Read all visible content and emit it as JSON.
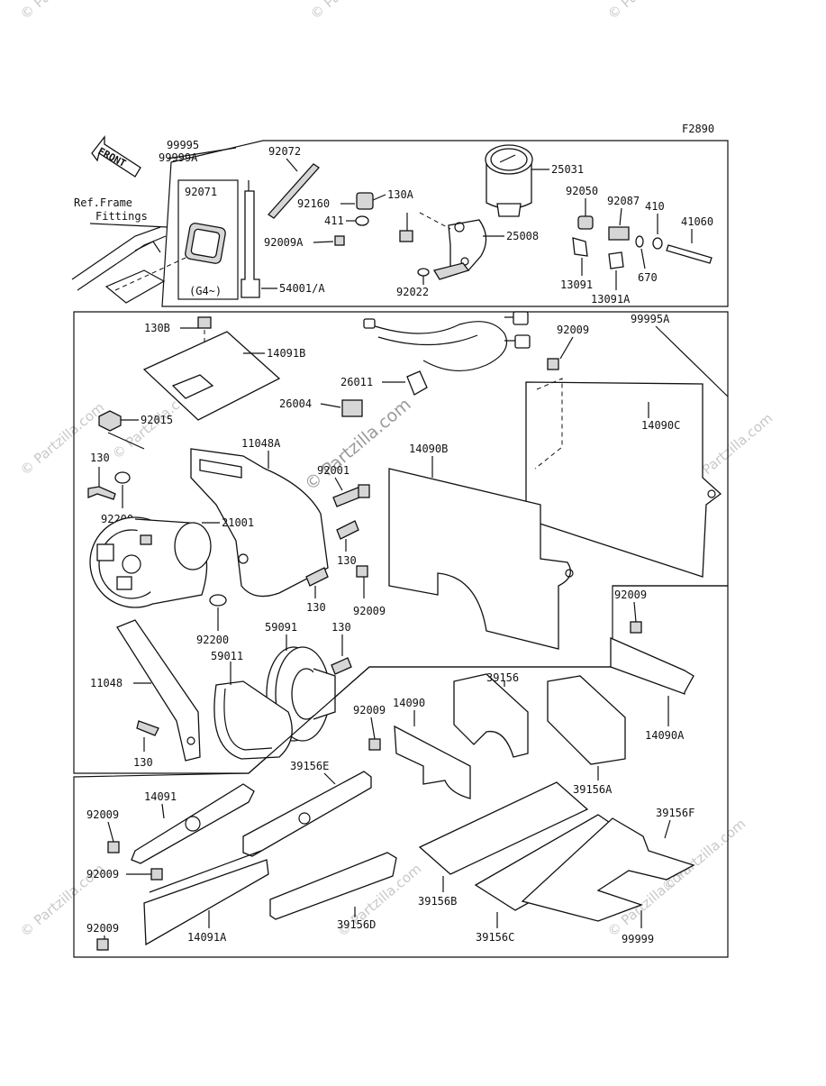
{
  "figure_code": "F2890",
  "front_arrow": "FRONT",
  "ref_note": [
    "Ref.Frame",
    "Fittings"
  ],
  "watermarks": {
    "small": "© Partzilla.com",
    "center": "© Partzilla.com"
  },
  "labels": {
    "p99995": "99995",
    "p99999A": "99999A",
    "p92072": "92072",
    "p92071": "92071",
    "g4": "(G4~)",
    "p92160": "92160",
    "p130A": "130A",
    "p411": "411",
    "p92009A": "92009A",
    "p54001": "54001/A",
    "p25031": "25031",
    "p25008": "25008",
    "p92022": "92022",
    "p92050": "92050",
    "p92087": "92087",
    "p410": "410",
    "p41060": "41060",
    "p13091": "13091",
    "p670": "670",
    "p13091A": "13091A",
    "p130B": "130B",
    "p14091B": "14091B",
    "p92009_top": "92009",
    "p99995A": "99995A",
    "p26011": "26011",
    "p26004": "26004",
    "p92015": "92015",
    "p14090C": "14090C",
    "p130_a": "130",
    "p11048A": "11048A",
    "p92001": "92001",
    "p14090B": "14090B",
    "p92200_a": "92200",
    "p21001": "21001",
    "p130_b": "130",
    "p130_c": "130",
    "p92009_mid": "92009",
    "p92200_b": "92200",
    "p59091": "59091",
    "p130_d": "130",
    "p59011": "59011",
    "p11048": "11048",
    "p130_e": "130",
    "p92009_r": "92009",
    "p39156": "39156",
    "p92009_c": "92009",
    "p14090": "14090",
    "p14090A": "14090A",
    "p39156A": "39156A",
    "p39156E": "39156E",
    "p14091": "14091",
    "p92009_l1": "92009",
    "p39156F": "39156F",
    "p92009_l2": "92009",
    "p39156B": "39156B",
    "p39156D": "39156D",
    "p92009_l3": "92009",
    "p14091A": "14091A",
    "p39156C": "39156C",
    "p99999": "99999"
  }
}
